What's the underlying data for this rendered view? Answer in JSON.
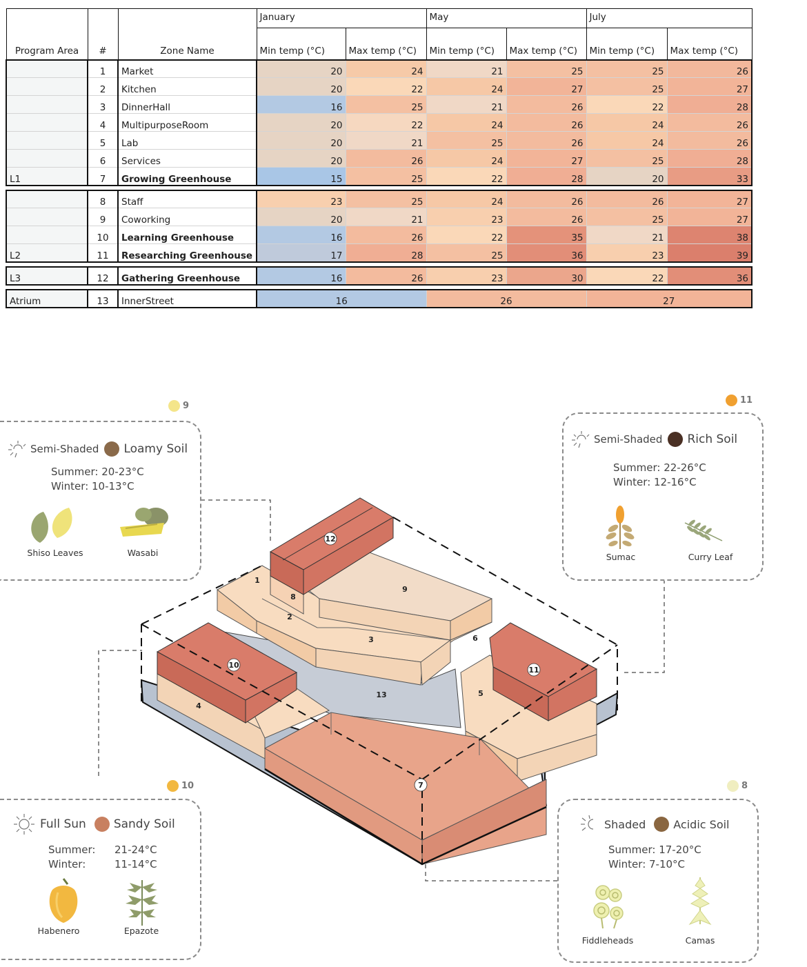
{
  "table": {
    "headers": {
      "program_area": "Program Area",
      "number": "#",
      "zone_name": "Zone Name",
      "months": [
        "January",
        "May",
        "July"
      ],
      "min_temp": "Min temp (°C)",
      "max_temp": "Max temp (°C)"
    },
    "groups": [
      {
        "label": "L1",
        "rows": [
          {
            "num": "1",
            "name": "Market",
            "jan_min": "20",
            "jan_max": "24",
            "may_min": "21",
            "may_max": "25",
            "jul_min": "25",
            "jul_max": "26",
            "bold": false,
            "colors": [
              "#e6d4c4",
              "#f6caa8",
              "#f0d8c6",
              "#f4c0a2",
              "#f4c0a2",
              "#f2b89c"
            ]
          },
          {
            "num": "2",
            "name": "Kitchen",
            "jan_min": "20",
            "jan_max": "22",
            "may_min": "24",
            "may_max": "27",
            "jul_min": "25",
            "jul_max": "27",
            "bold": false,
            "colors": [
              "#e6d4c4",
              "#fad8b8",
              "#f6c8a6",
              "#f2b498",
              "#f4c0a2",
              "#f2b498"
            ]
          },
          {
            "num": "3",
            "name": "DinnerHall",
            "jan_min": "16",
            "jan_max": "25",
            "may_min": "21",
            "may_max": "26",
            "jul_min": "22",
            "jul_max": "28",
            "bold": false,
            "colors": [
              "#b3c9e3",
              "#f4c0a2",
              "#f0d8c6",
              "#f3bb9e",
              "#fad8b8",
              "#f0ae94"
            ]
          },
          {
            "num": "4",
            "name": "MultipurposeRoom",
            "jan_min": "20",
            "jan_max": "22",
            "may_min": "24",
            "may_max": "26",
            "jul_min": "24",
            "jul_max": "26",
            "bold": false,
            "colors": [
              "#e6d4c4",
              "#f6d8c0",
              "#f6c8a6",
              "#f3bb9e",
              "#f6c8a6",
              "#f3bb9e"
            ]
          },
          {
            "num": "5",
            "name": "Lab",
            "jan_min": "20",
            "jan_max": "21",
            "may_min": "25",
            "may_max": "26",
            "jul_min": "24",
            "jul_max": "26",
            "bold": false,
            "colors": [
              "#e6d4c4",
              "#f0d8c6",
              "#f4c0a2",
              "#f3bb9e",
              "#f6c8a6",
              "#f3bb9e"
            ]
          },
          {
            "num": "6",
            "name": "Services",
            "jan_min": "20",
            "jan_max": "26",
            "may_min": "24",
            "may_max": "27",
            "jul_min": "25",
            "jul_max": "28",
            "bold": false,
            "colors": [
              "#e6d4c4",
              "#f3bb9e",
              "#f6c8a6",
              "#f2b498",
              "#f4c0a2",
              "#f0ae94"
            ]
          },
          {
            "num": "7",
            "name": "Growing Greenhouse",
            "jan_min": "15",
            "jan_max": "25",
            "may_min": "22",
            "may_max": "28",
            "jul_min": "20",
            "jul_max": "33",
            "bold": true,
            "colors": [
              "#a9c6e6",
              "#f4c0a2",
              "#fad8b8",
              "#f0ae94",
              "#e6d4c4",
              "#e89c84"
            ]
          }
        ]
      },
      {
        "label": "L2",
        "rows": [
          {
            "num": "8",
            "name": "Staff",
            "jan_min": "23",
            "jan_max": "25",
            "may_min": "24",
            "may_max": "26",
            "jul_min": "26",
            "jul_max": "27",
            "bold": false,
            "colors": [
              "#f8cfae",
              "#f4c0a2",
              "#f6c8a6",
              "#f3bb9e",
              "#f3bb9e",
              "#f2b498"
            ]
          },
          {
            "num": "9",
            "name": "Coworking",
            "jan_min": "20",
            "jan_max": "21",
            "may_min": "23",
            "may_max": "26",
            "jul_min": "25",
            "jul_max": "27",
            "bold": false,
            "colors": [
              "#e6d4c4",
              "#f0d8c6",
              "#f8cfae",
              "#f3bb9e",
              "#f4c0a2",
              "#f2b498"
            ]
          },
          {
            "num": "10",
            "name": "Learning Greenhouse",
            "jan_min": "16",
            "jan_max": "26",
            "may_min": "22",
            "may_max": "35",
            "jul_min": "21",
            "jul_max": "38",
            "bold": true,
            "colors": [
              "#b3c9e3",
              "#f3bb9e",
              "#fad8b8",
              "#e4927a",
              "#f0d8c6",
              "#dd8470"
            ]
          },
          {
            "num": "11",
            "name": "Researching Greenhouse",
            "jan_min": "17",
            "jan_max": "28",
            "may_min": "25",
            "may_max": "36",
            "jul_min": "23",
            "jul_max": "39",
            "bold": true,
            "colors": [
              "#bfcadb",
              "#f0ae94",
              "#f4c0a2",
              "#e28e78",
              "#f8cfae",
              "#db7f6c"
            ]
          }
        ]
      },
      {
        "label": "L3",
        "rows": [
          {
            "num": "12",
            "name": "Gathering Greenhouse",
            "jan_min": "16",
            "jan_max": "26",
            "may_min": "23",
            "may_max": "30",
            "jul_min": "22",
            "jul_max": "36",
            "bold": true,
            "colors": [
              "#b3c9e3",
              "#f3bb9e",
              "#f8cfae",
              "#eba68c",
              "#fad8b8",
              "#e28e78"
            ]
          }
        ]
      },
      {
        "label": "Atrium",
        "rows": [
          {
            "num": "13",
            "name": "InnerStreet",
            "jan": "16",
            "may": "26",
            "jul": "27",
            "colors": [
              "#b3c9e3",
              "#f3bb9e",
              "#f2b498"
            ]
          }
        ]
      }
    ]
  },
  "diagram": {
    "zones": [
      "1",
      "2",
      "3",
      "4",
      "5",
      "6",
      "7",
      "8",
      "9",
      "10",
      "11",
      "12",
      "13"
    ],
    "colors": {
      "light": "#f8dcc0",
      "light_side": "#f2cba6",
      "hot_top": "#d97c6a",
      "hot_side": "#c96a58",
      "atrium": "#c6ccd6",
      "zone7": "#e8a48a"
    },
    "cards": [
      {
        "id": "9",
        "badge_color": "#f4e58a",
        "light": "Semi-Shaded",
        "soil": "Loamy Soil",
        "soil_color": "#8a6a4a",
        "summer": "Summer: 20-23°C",
        "winter": "Winter: 10-13°C",
        "plants": [
          "Shiso Leaves",
          "Wasabi"
        ]
      },
      {
        "id": "11",
        "badge_color": "#f0a030",
        "light": "Semi-Shaded",
        "soil": "Rich Soil",
        "soil_color": "#4a3024",
        "summer": "Summer: 22-26°C",
        "winter": "Winter: 12-16°C",
        "plants": [
          "Sumac",
          "Curry Leaf"
        ]
      },
      {
        "id": "10",
        "badge_color": "#f2b840",
        "light": "Full Sun",
        "soil": "Sandy Soil",
        "soil_color": "#c88060",
        "summer_label": "Summer:",
        "summer_range": "21-24°C",
        "winter_label": "Winter:",
        "winter_range": "11-14°C",
        "plants": [
          "Habenero",
          "Epazote"
        ]
      },
      {
        "id": "8",
        "badge_color": "#f0eec0",
        "light": "Shaded",
        "soil": "Acidic Soil",
        "soil_color": "#8a6640",
        "summer": "Summer: 17-20°C",
        "winter": "Winter: 7-10°C",
        "plants": [
          "Fiddleheads",
          "Camas"
        ]
      }
    ]
  }
}
